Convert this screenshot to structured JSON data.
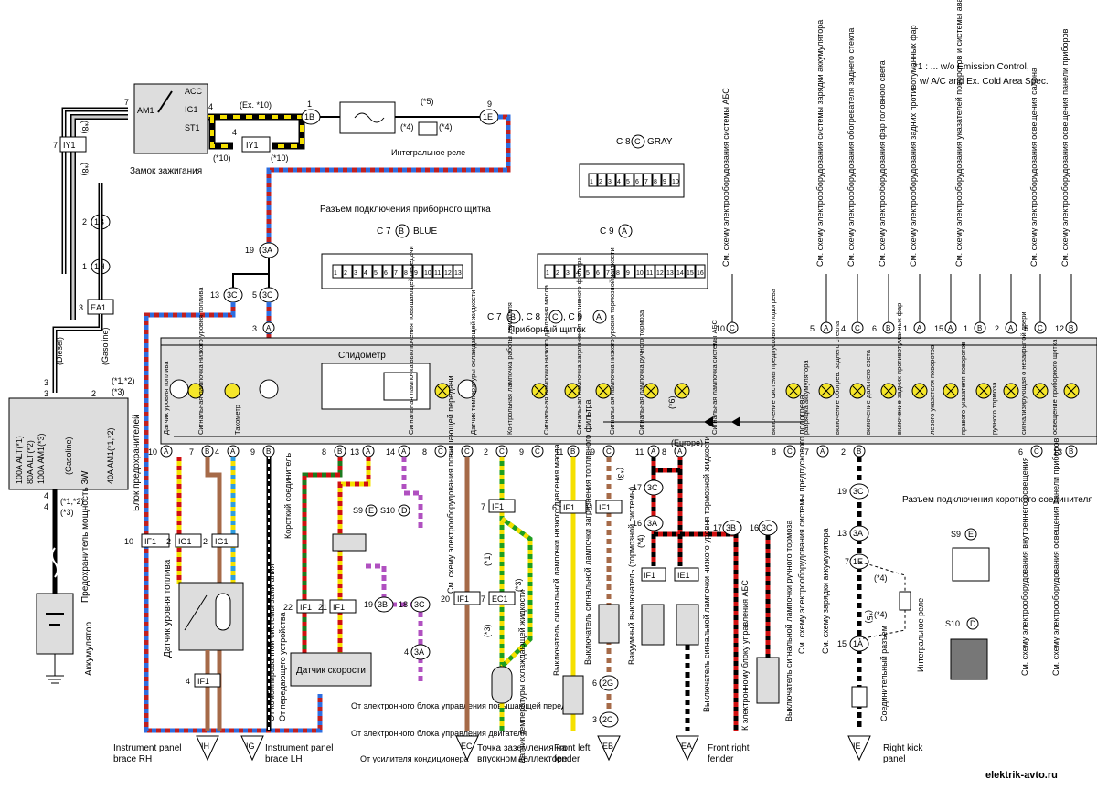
{
  "top_notes": {
    "line1": "*1 :  ... w/o Emission Control,",
    "line2": "w/  A/C and Ex. Cold Area Spec."
  },
  "ignition": {
    "terminals": [
      "AM1",
      "ACC",
      "IG1",
      "ST1"
    ],
    "label": "Замок зажигания",
    "pins": {
      "left": "7",
      "right": "4",
      "iy1_pin": "4"
    }
  },
  "connectors_top": {
    "iy1_left": "IY1",
    "iy1_left_pin": "7",
    "iy1_mid": "IY1",
    "b1": "1B",
    "b1_pin": "2",
    "h1": "1H",
    "h1_pin": "1",
    "ea1": "EA1",
    "ea1_pin": "3",
    "b1_right": "1B",
    "b1_right_pin": "1",
    "e1": "1E",
    "e1_pin": "9"
  },
  "notes_top": {
    "ex10": "(Ex. *10)",
    "s10a": "(*10)",
    "s10b": "(*10)",
    "s8a": "(*8)",
    "s8b": "(*8)",
    "s5": "(*5)",
    "s4a": "(*4)",
    "s4b": "(*4)",
    "diesel": "(Diesel)",
    "gasoline_v": "(Gasoline)",
    "s12": "(*1,*2)",
    "s3": "(*3)",
    "s12b": "(*1,*2)",
    "s3b": "(*3)"
  },
  "relay_label": "Интегральное реле",
  "fuse_block": {
    "lines": [
      "100A ALT(*1)",
      "80A ALT(*2)",
      "100A AM1(*3)"
    ],
    "gasoline": "(Gasoline)",
    "am1": "40A AM1(*1,*2)",
    "label": "Блок предохранителей",
    "pins": [
      "3",
      "3",
      "2",
      "4",
      "4"
    ]
  },
  "battery": {
    "fuse_label": "Предохранитель мощность 3W",
    "label": "Аккумулятор"
  },
  "connector_views": {
    "c8_title": "C 8",
    "c8_letter": "C",
    "c8_color": "GRAY",
    "c8_pins": [
      "1",
      "2",
      "3",
      "4",
      "5",
      "6",
      "7",
      "8",
      "9",
      "10"
    ],
    "title": "Разъем подключения приборного щитка",
    "c7_title": "C 7",
    "c7_letter": "B",
    "c7_color": "BLUE",
    "c7_pins": [
      "1",
      "2",
      "3",
      "4",
      "5",
      "6",
      "7",
      "8",
      "9",
      "10",
      "11",
      "12",
      "13"
    ],
    "c9_title": "C 9",
    "c9_letter": "A",
    "c9_pins": [
      "1",
      "2",
      "3",
      "4",
      "5",
      "6",
      "7",
      "8",
      "9",
      "10",
      "11",
      "12",
      "13",
      "14",
      "15",
      "16"
    ]
  },
  "cluster": {
    "header_left": "C 7",
    "header_b": "B",
    "header_mid": ", C 8",
    "header_c": "C",
    "header_mid2": ", C 9",
    "header_a": "A",
    "label": "Приборный щиток",
    "speedometer": "Спидометр",
    "europe": "(Europe)",
    "s6": "(*6)"
  },
  "cluster_items": [
    "Датчик уровня топлива",
    "Сигнальная лампочка низкого уровня топлива",
    "Тахометр",
    "Сигнальная лампочка выключения повышающей передачи",
    "Датчик температуры охлаждающей жидкости",
    "Контрольная лампочка работы двигателя",
    "Сигнальная лампочка низкого давления масла",
    "Сигнальная лампочка загрязнения топливного фильтра",
    "Сигнальная лампочка низкого уровня тормозной жидкости",
    "Сигнальная лампочка ручного тормоза",
    "Сигнальная лампочка системы АБС",
    "включение системы предпускового подогрева",
    "разрядка аккумулятора",
    "включение обогрев. заднего стекла",
    "включение дальнего света",
    "включение задних противотуманных фар",
    "левого указателя поворотов",
    "правого указателя поворотов",
    "ручного тормоза",
    "сигнализирующая о незакрытой двери",
    "освещение приборного щитка"
  ],
  "bottom_pins": {
    "p1": "10",
    "l1": "A",
    "p2": "7",
    "l2": "B",
    "p3": "4",
    "l3": "A",
    "p4": "9",
    "l4": "B",
    "p5": "8",
    "l5": "B",
    "p6": "13",
    "l6": "A",
    "p7": "14",
    "l7": "A",
    "p8": "8",
    "l8": "C",
    "p9": "3",
    "l9": "C",
    "p10": "2",
    "l10": "C",
    "p11": "9",
    "l11": "C",
    "p12": "11",
    "l12": "B",
    "p13": "9",
    "l13": "C",
    "p14": "11",
    "l14": "A",
    "p15": "8",
    "l15": "A",
    "p16": "8",
    "l16": "C",
    "p17": "7",
    "l17": "A",
    "p18": "2",
    "l18": "B",
    "p19": "6",
    "l19": "C",
    "p20": "13",
    "l20": "B"
  },
  "top_pins": {
    "p1": "3",
    "l1": "A",
    "p2": "10",
    "l2": "C",
    "p3": "5",
    "l3": "A",
    "p4": "4",
    "l4": "C",
    "p5": "6",
    "l5": "B",
    "p6": "1",
    "l6": "A",
    "p7": "15",
    "l7": "A",
    "p8": "1",
    "l8": "B",
    "p9": "2",
    "l9": "A",
    "p10": "5",
    "l10": "C",
    "p11": "12",
    "l11": "B"
  },
  "mid_connectors": {
    "c19": "3A",
    "c19_pin": "19",
    "c13": "3C",
    "c13_pin": "13",
    "c5": "3C",
    "c5_pin": "5"
  },
  "right_refs": [
    "См. схему электрооборудования системы АБС",
    "См. схему электрооборудования системы зарядки аккумулятора",
    "См. схему электрооборудования обогревателя заднего стекла",
    "См. схему электрооборудования фар головного света",
    "См. схему электрооборудования задних противотуманных фар",
    "См. схему электрооборудования указателей поворотов и системы аварийной сигнализации",
    "См. схему электрооборудования освещения салона",
    "См. схему электрооборудования освещения панели приборов"
  ],
  "lower": {
    "if1_a": "IF1",
    "if1_a_pin": "10",
    "ig1_a": "IG1",
    "ig1_a_pin": "2",
    "ig1_b": "IG1",
    "ig1_b_pin": "2",
    "fuel_sensor": "Датчик уровня топлива",
    "if1_b": "IF1",
    "if1_b_pin": "4",
    "if1_c": "IF1",
    "if1_c_pin": "22",
    "if1_d": "IF1",
    "if1_d_pin": "21",
    "short_conn": "Короткий соединитель",
    "s9s10": "S9",
    "s9_letter": "E",
    "s10": "S10",
    "s10_letter": "D",
    "c3b": "3B",
    "c3b_pin": "19",
    "c3c": "3C",
    "c3c_pin": "18",
    "c3a": "3A",
    "c3a_pin": "4",
    "speed_sensor": "Датчик скорости",
    "if1_e": "IF1",
    "if1_e_pin": "20",
    "if1_f": "IF1",
    "if1_f_pin": "7",
    "ec1": "EC1",
    "ec1_pin": "7",
    "coolant_sensor": "Датчик температуры охлаждающей жидкости",
    "if1_g": "IF1",
    "if1_g_pin": "6",
    "oil_switch": "Выключатель сигнальной лампочки низкого давления масла",
    "if1_h": "IF1",
    "if1_h_pin": "11",
    "vacuum_switch": "Вакуумный выключатель (тормозной системы)",
    "filter_switch": "Выключатель сигнальной лампочки загрязнения топливного фильтра",
    "c2g": "2G",
    "c2g_pin": "6",
    "c2c": "2C",
    "c2c_pin": "3",
    "c3c_b": "3C",
    "c3c_b_pin": "17",
    "c3a_b": "3A",
    "c3a_b_pin": "16",
    "if1_i": "IF1",
    "ie1": "IE1",
    "brake_switch": "Выключатель сигнальной лампочки низкого уровня тормозной жидкости",
    "c3b_b": "3B",
    "c3b_b_pin": "17",
    "c3c_c": "3C",
    "c3c_c_pin": "16",
    "abs_ecu": "К электронному блоку управления АБС",
    "hand_switch": "Выключатель сигнальной лампочки ручного тормоза",
    "glow_ref": "См. схему электрооборудования системы предпускового подогрева",
    "battery_ref": "См. схему зарядки аккумулятора",
    "c3c_d": "3C",
    "c3c_d_pin": "19",
    "c3a_d": "3A",
    "c3a_d_pin": "13",
    "c1e": "1E",
    "c1e_pin": "7",
    "c1a": "1A",
    "c1a_pin": "15",
    "relay2": "Интегральное реле",
    "joint": "Соединительный разъем",
    "short_title": "Разъем подключения короткого соединителя",
    "s9_label": "S9",
    "s9_l": "E",
    "s10_label": "S10",
    "s10_l": "D",
    "int_light": "См. схему электрооборудования внутреннего освещения",
    "panel_light": "См. схему электрооборудования освещения панели приборов",
    "from_combo": "От комбинированной системы зажигания",
    "from_trans": "От передающего устройства",
    "from_ecu": "От электронного блока управления повышающей передачи",
    "from_ecu2": "От электронного блока управления двигателя",
    "from_ac": "От усилителя кондиционера",
    "od_ref": "См. схему электрооборудования повышающей передачи",
    "s1": "(*1)",
    "s3x": "(*3)",
    "s3y": "(*3)",
    "s4x": "(*4)",
    "s3z": "(*3)",
    "s4r": "(*4)",
    "s5r": "(*5)",
    "s4r2": "(*4)"
  },
  "grounds": {
    "ih": "IH",
    "ih_label1": "Instrument panel",
    "ih_label2": "brace RH",
    "ig": "IG",
    "ig_label1": "Instrument panel",
    "ig_label2": "brace LH",
    "ec": "EC",
    "ec_label1": "Точка заземления на",
    "ec_label2": "впускном коллекторе",
    "eb": "EB",
    "eb_label1": "Front left",
    "eb_label2": "fender",
    "ea": "EA",
    "ea_label1": "Front right",
    "ea_label2": "fender",
    "ie": "IE",
    "ie_label1": "Right kick",
    "ie_label2": "panel"
  },
  "watermark": "elektrik-avto.ru"
}
